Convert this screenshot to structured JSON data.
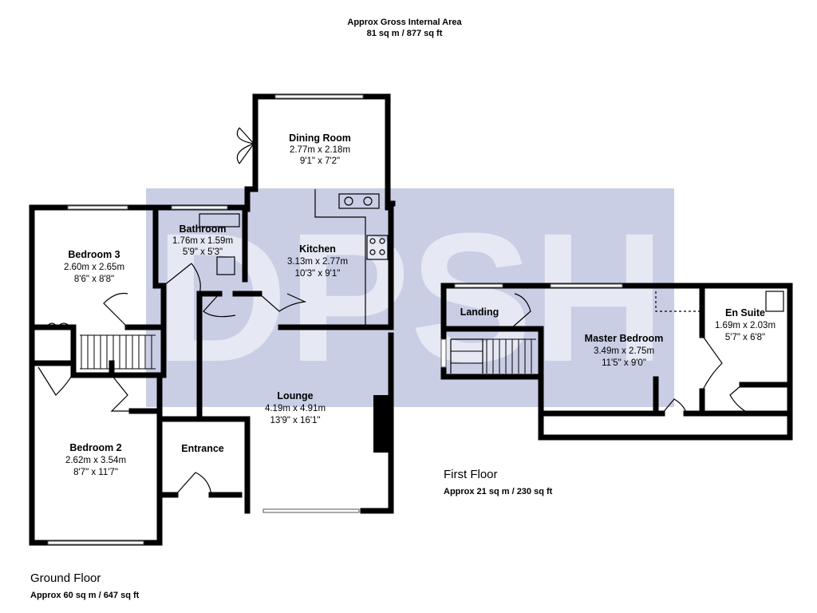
{
  "header": {
    "title": "Approx Gross Internal Area",
    "area": "81 sq m / 877 sq ft"
  },
  "watermark": {
    "text": "DPSH",
    "color": "#3c4fa0"
  },
  "ground_floor": {
    "title": "Ground Floor",
    "area": "Approx 60 sq m / 647 sq ft",
    "rooms": [
      {
        "name": "Dining Room",
        "metric": "2.77m x 2.18m",
        "imperial": "9'1\" x 7'2\""
      },
      {
        "name": "Bathroom",
        "metric": "1.76m x 1.59m",
        "imperial": "5'9\" x 5'3\""
      },
      {
        "name": "Kitchen",
        "metric": "3.13m x 2.77m",
        "imperial": "10'3\" x 9'1\""
      },
      {
        "name": "Bedroom 3",
        "metric": "2.60m x 2.65m",
        "imperial": "8'6\" x 8'8\""
      },
      {
        "name": "Lounge",
        "metric": "4.19m x 4.91m",
        "imperial": "13'9\" x 16'1\""
      },
      {
        "name": "Bedroom 2",
        "metric": "2.62m x 3.54m",
        "imperial": "8'7\" x 11'7\""
      },
      {
        "name": "Entrance",
        "metric": "",
        "imperial": ""
      }
    ]
  },
  "first_floor": {
    "title": "First Floor",
    "area": "Approx 21 sq m / 230 sq ft",
    "rooms": [
      {
        "name": "Landing",
        "metric": "",
        "imperial": ""
      },
      {
        "name": "Master Bedroom",
        "metric": "3.49m x 2.75m",
        "imperial": "11'5\" x 9'0\""
      },
      {
        "name": "En Suite",
        "metric": "1.69m x 2.03m",
        "imperial": "5'7\" x 6'8\""
      }
    ]
  }
}
